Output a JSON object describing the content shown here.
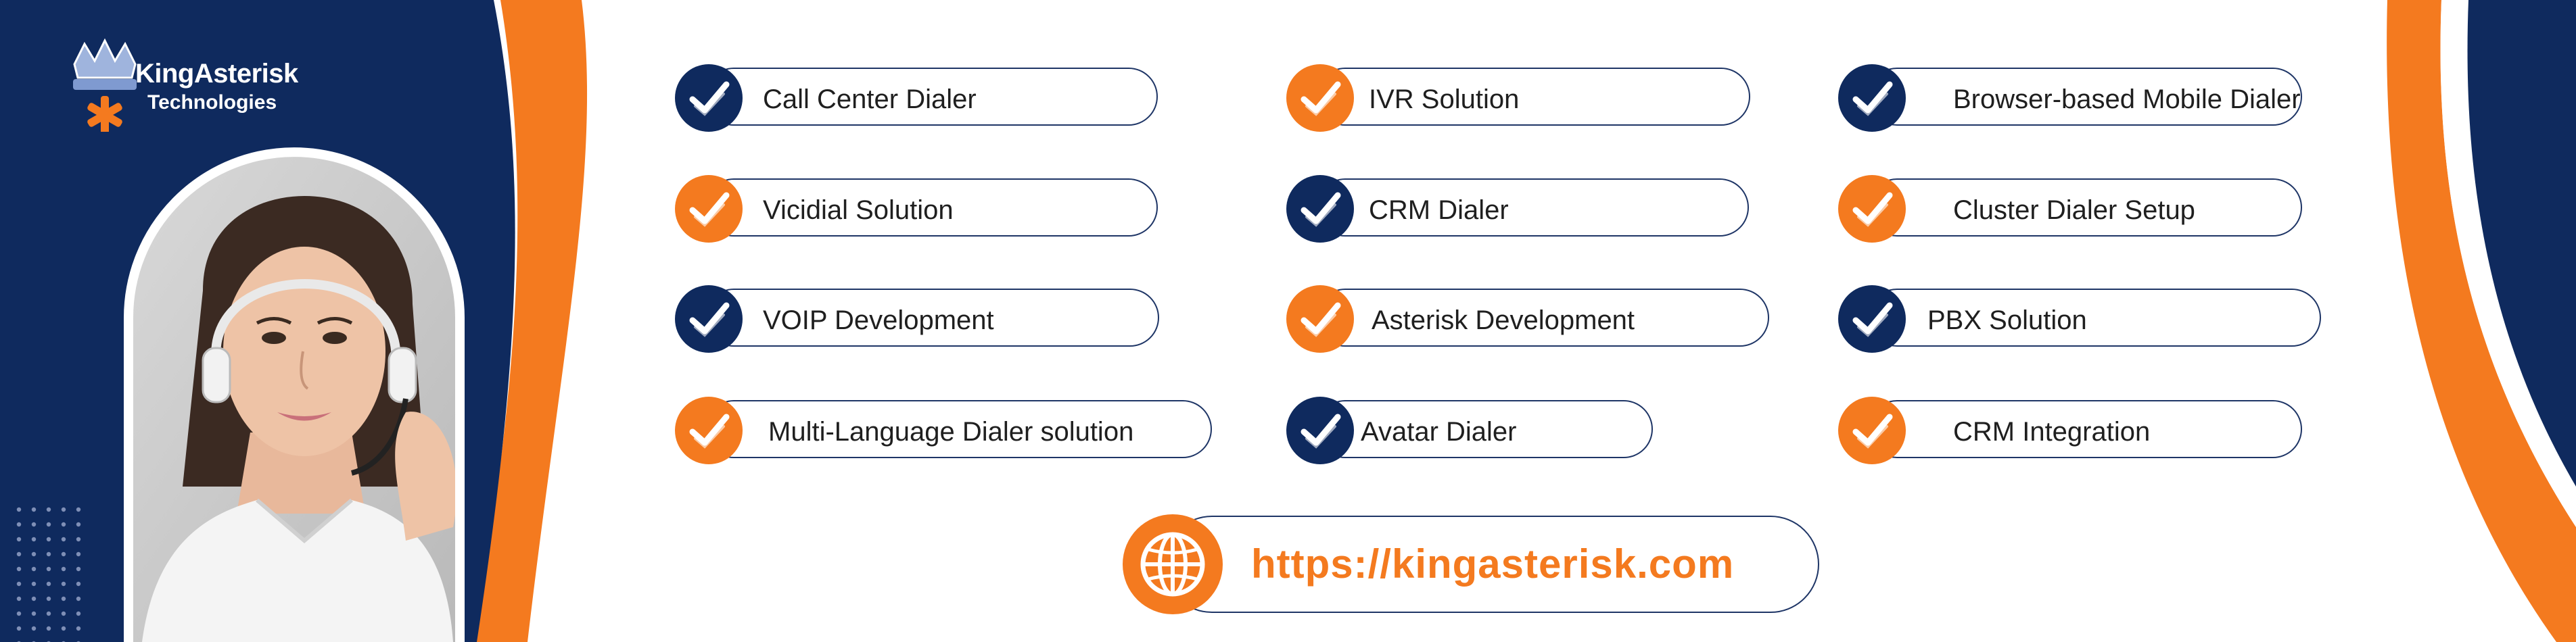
{
  "brand": {
    "name": "KingAsterisk",
    "tagline": "Technologies"
  },
  "services": [
    {
      "label": "Call Center Dialer",
      "check": "navy"
    },
    {
      "label": "IVR Solution",
      "check": "orange"
    },
    {
      "label": "Browser-based Mobile Dialer",
      "check": "navy"
    },
    {
      "label": "Vicidial Solution",
      "check": "orange"
    },
    {
      "label": "CRM Dialer",
      "check": "navy"
    },
    {
      "label": "Cluster Dialer Setup",
      "check": "orange"
    },
    {
      "label": "VOIP Development",
      "check": "navy"
    },
    {
      "label": "Asterisk Development",
      "check": "orange"
    },
    {
      "label": "PBX Solution",
      "check": "navy"
    },
    {
      "label": "Multi-Language Dialer solution",
      "check": "orange"
    },
    {
      "label": "Avatar Dialer",
      "check": "navy"
    },
    {
      "label": "CRM Integration",
      "check": "orange"
    }
  ],
  "website": {
    "url": "https://kingasterisk.com",
    "icon": "globe-icon"
  },
  "colors": {
    "navy": "#0f2a5e",
    "orange": "#f47a1f",
    "white": "#ffffff"
  }
}
